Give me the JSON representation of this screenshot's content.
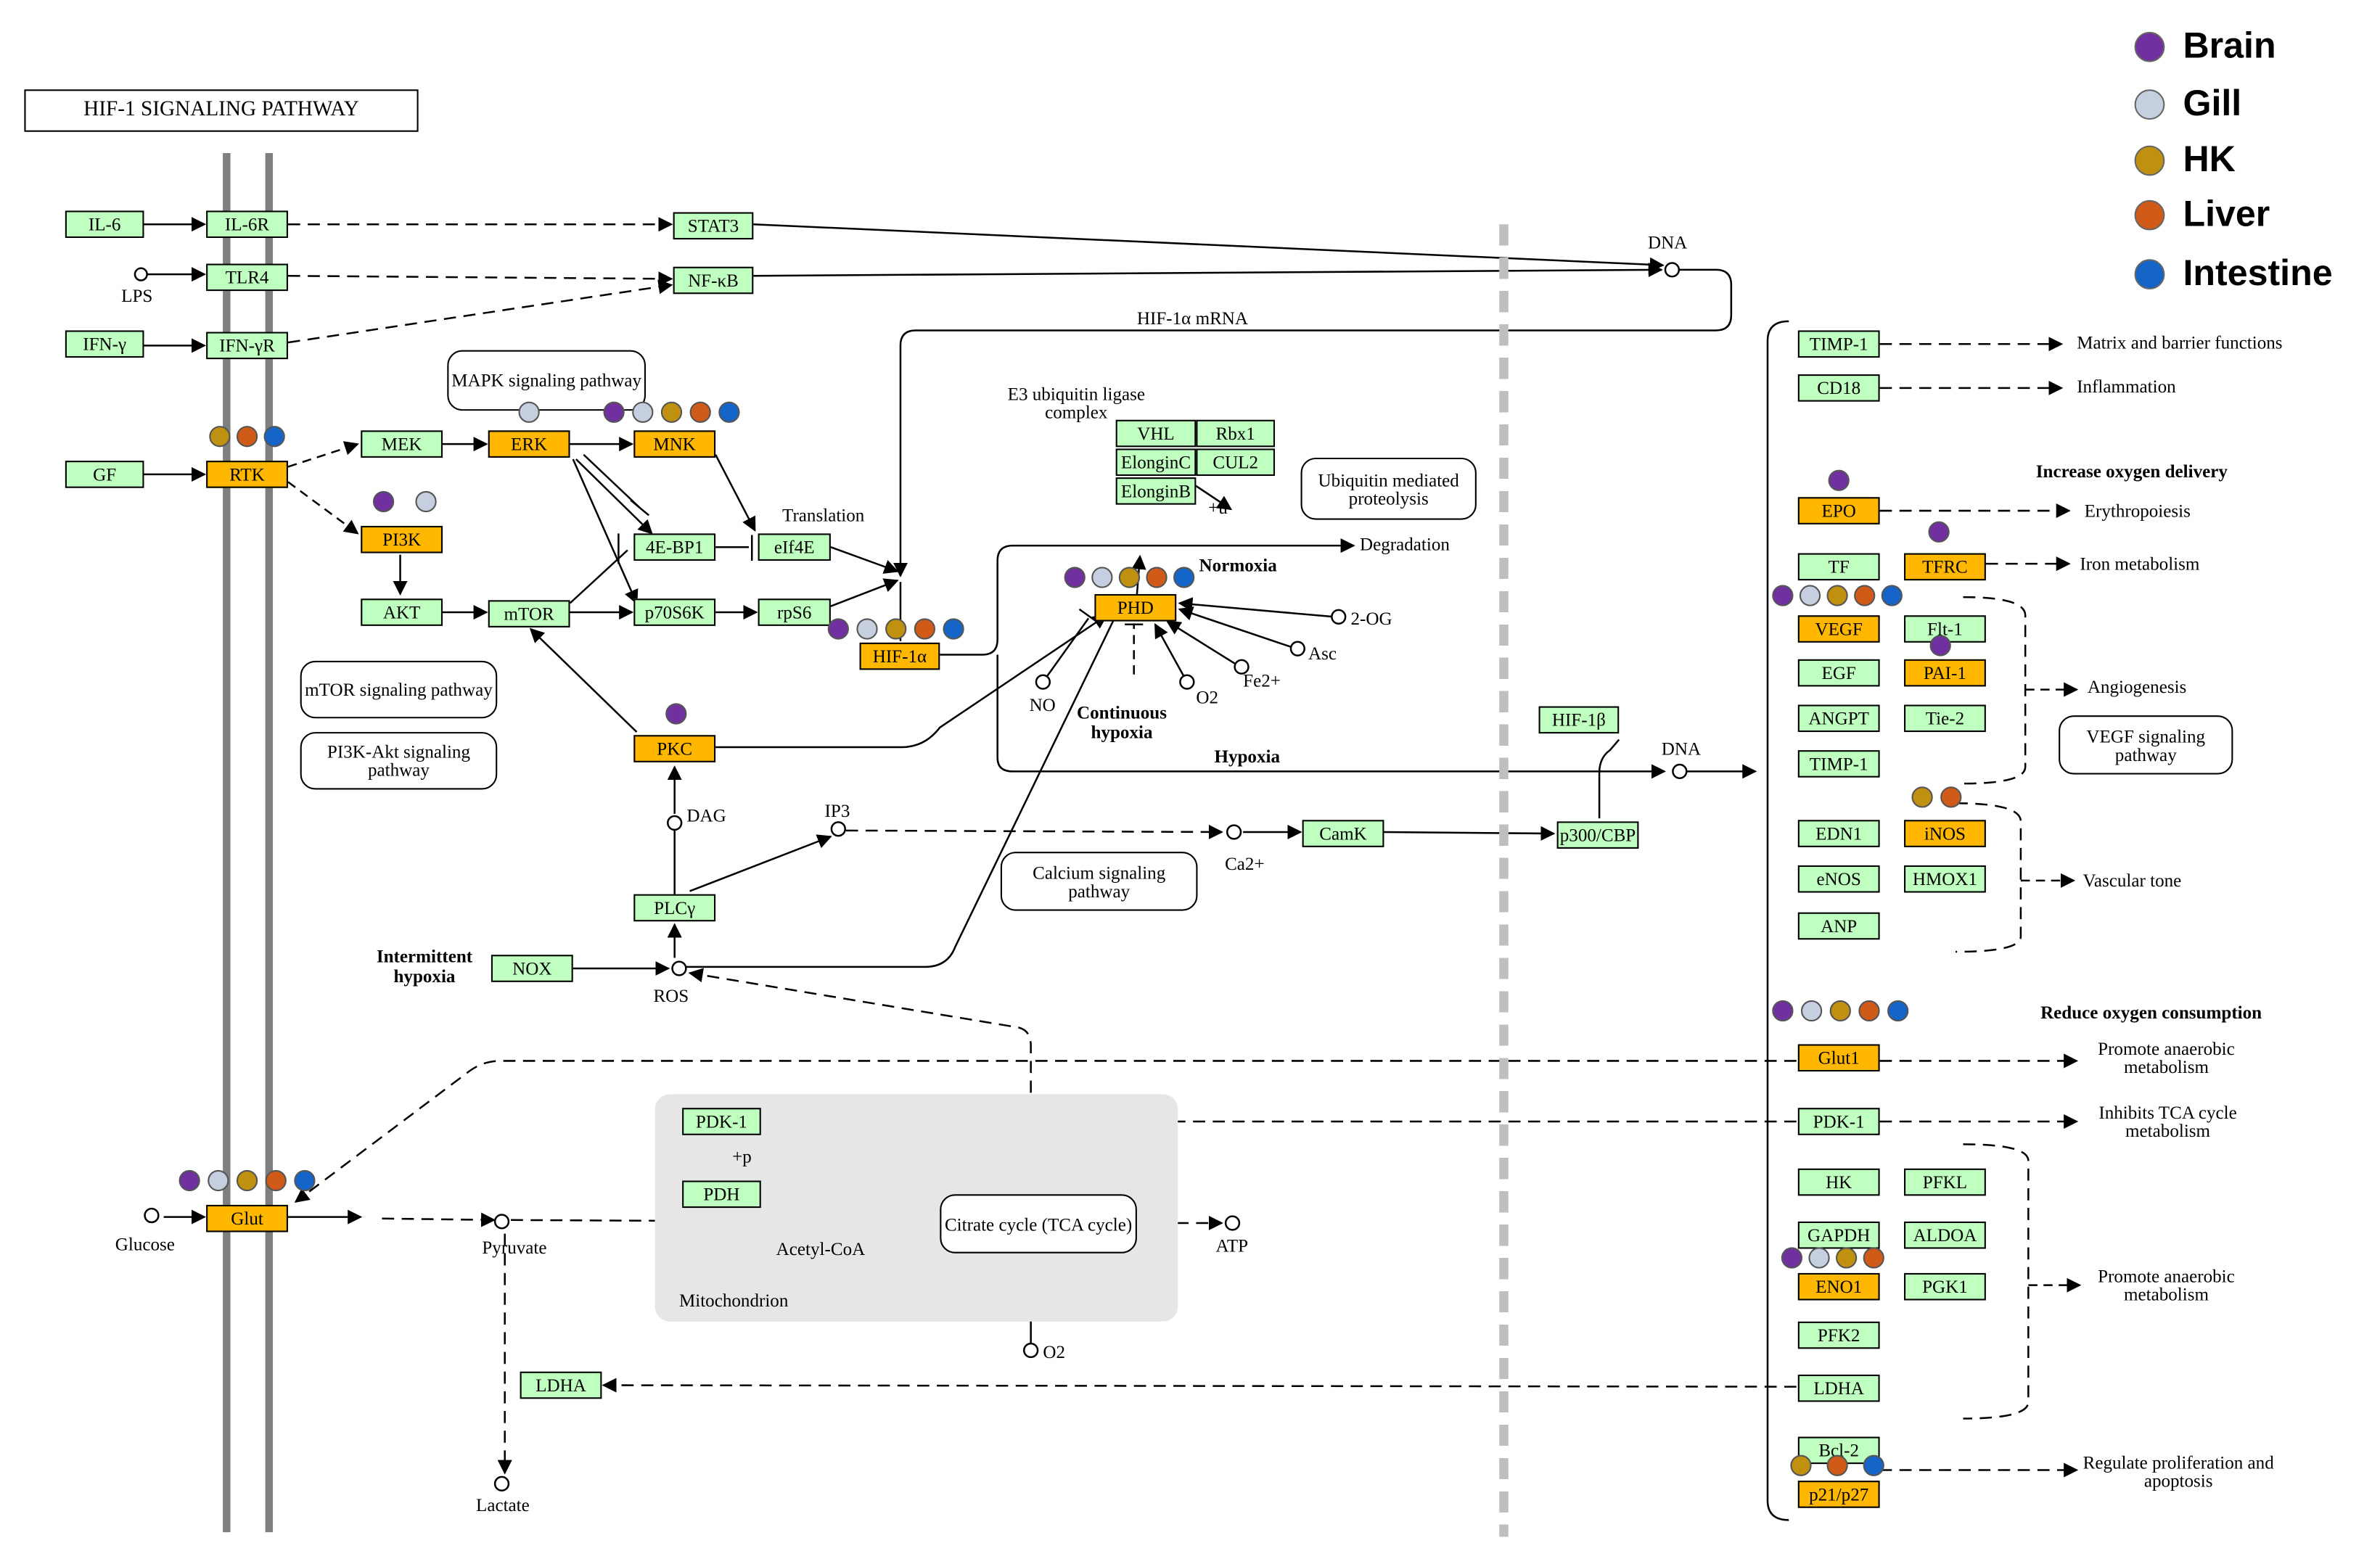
{
  "title": "HIF-1 SIGNALING PATHWAY",
  "legend": [
    {
      "key": "brain",
      "label": "Brain",
      "color": "#7030a0"
    },
    {
      "key": "gill",
      "label": "Gill",
      "color": "#c5cfe0"
    },
    {
      "key": "hk",
      "label": "HK",
      "color": "#c09010"
    },
    {
      "key": "liver",
      "label": "Liver",
      "color": "#d05b18"
    },
    {
      "key": "intestine",
      "label": "Intestine",
      "color": "#1565c8"
    }
  ],
  "colors": {
    "gene_box": "#bfffbf",
    "highlighted_gene_box": "#ffb700",
    "membrane": "#7f7f7f",
    "mitochondrion": "#e6e6e6"
  },
  "genes": {
    "il6": "IL-6",
    "il6r": "IL-6R",
    "stat3": "STAT3",
    "tlr4": "TLR4",
    "nfkb": "NF-κB",
    "ifny": "IFN-γ",
    "ifnyr": "IFN-γR",
    "gf": "GF",
    "rtk": "RTK",
    "mek": "MEK",
    "erk": "ERK",
    "mnk": "MNK",
    "pi3k": "PI3K",
    "akt": "AKT",
    "mtor": "mTOR",
    "ebp1": "4E-BP1",
    "elf4e": "eIf4E",
    "p70s6k": "p70S6K",
    "rps6": "rpS6",
    "hif1a": "HIF-1α",
    "pkc": "PKC",
    "plcy": "PLCγ",
    "nox": "NOX",
    "vhl": "VHL",
    "rbx1": "Rbx1",
    "elonginc": "ElonginC",
    "cul2": "CUL2",
    "elonginb": "ElonginB",
    "phd": "PHD",
    "hif1b": "HIF-1β",
    "camk": "CamK",
    "p300cbp": "p300/CBP",
    "glut": "Glut",
    "pdk1_mito": "PDK-1",
    "pdh": "PDH",
    "ldha_left": "LDHA",
    "timp1_a": "TIMP-1",
    "cd18": "CD18",
    "epo": "EPO",
    "tf": "TF",
    "tfrc": "TFRC",
    "vegf": "VEGF",
    "flt1": "Flt-1",
    "egf": "EGF",
    "pai1": "PAI-1",
    "angpt": "ANGPT",
    "tie2": "Tie-2",
    "timp1_b": "TIMP-1",
    "edn1": "EDN1",
    "inos": "iNOS",
    "enos": "eNOS",
    "hmox1": "HMOX1",
    "anp": "ANP",
    "glut1": "Glut1",
    "pdk1": "PDK-1",
    "hk": "HK",
    "pfkl": "PFKL",
    "gapdh": "GAPDH",
    "aldoa": "ALDOA",
    "eno1": "ENO1",
    "pgk1": "PGK1",
    "pfk2": "PFK2",
    "ldha": "LDHA",
    "bcl2": "Bcl-2",
    "p21p27": "p21/p27"
  },
  "pathways": {
    "mapk": "MAPK signaling pathway",
    "mtor": "mTOR signaling pathway",
    "pi3k_akt": "PI3K-Akt signaling pathway",
    "ubiquitin": "Ubiquitin mediated proteolysis",
    "calcium": "Calcium signaling pathway",
    "tca": "Citrate cycle (TCA cycle)",
    "vegf": "VEGF signaling pathway"
  },
  "compounds": {
    "lps": "LPS",
    "dna_top": "DNA",
    "dna_mid": "DNA",
    "dag": "DAG",
    "ip3": "IP3",
    "ros": "ROS",
    "ca": "Ca2+",
    "no": "NO",
    "o2_phd": "O2",
    "fe": "Fe2+",
    "asc": "Asc",
    "two_og": "2-OG",
    "glucose": "Glucose",
    "pyruvate": "Pyruvate",
    "acetyl_coa": "Acetyl-CoA",
    "atp": "ATP",
    "lactate": "Lactate",
    "o2_tca": "O2"
  },
  "labels": {
    "hif1a_mrna": "HIF-1α mRNA",
    "e3": "E3 ubiquitin ligase complex",
    "translation": "Translation",
    "degradation": "Degradation",
    "normoxia": "Normoxia",
    "hypoxia": "Hypoxia",
    "continuous_hypoxia": "Continuous hypoxia",
    "intermittent_hypoxia": "Intermittent hypoxia",
    "mitochondrion": "Mitochondrion",
    "plus_u": "+u",
    "plus_p": "+p"
  },
  "outcomes": {
    "matrix": "Matrix and barrier functions",
    "inflammation": "Inflammation",
    "increase_o2": "Increase oxygen delivery",
    "erythropoiesis": "Erythropoiesis",
    "iron": "Iron metabolism",
    "angiogenesis": "Angiogenesis",
    "vascular": "Vascular tone",
    "reduce_o2": "Reduce oxygen consumption",
    "anaerobic1": "Promote anaerobic metabolism",
    "tca_inhibit": "Inhibits TCA cycle metabolism",
    "anaerobic2": "Promote anaerobic metabolism",
    "prolif": "Regulate proliferation and apoptosis"
  },
  "tissue_markers": {
    "rtk": [
      "hk",
      "liver",
      "intestine"
    ],
    "erk": [
      "gill"
    ],
    "mnk": [
      "brain",
      "gill",
      "hk",
      "liver",
      "intestine"
    ],
    "pi3k": [
      "brain",
      "gill"
    ],
    "hif1a": [
      "brain",
      "gill",
      "hk",
      "liver",
      "intestine"
    ],
    "phd": [
      "brain",
      "gill",
      "hk",
      "liver",
      "intestine"
    ],
    "pkc": [
      "brain"
    ],
    "glut": [
      "brain",
      "gill",
      "hk",
      "liver",
      "intestine"
    ],
    "epo": [
      "brain"
    ],
    "tfrc": [
      "brain"
    ],
    "vegf": [
      "brain",
      "gill",
      "hk",
      "liver",
      "intestine"
    ],
    "pai1": [
      "brain"
    ],
    "inos": [
      "hk",
      "liver"
    ],
    "glut1": [
      "brain",
      "gill",
      "hk",
      "liver",
      "intestine"
    ],
    "eno1": [
      "brain",
      "gill",
      "hk",
      "liver"
    ],
    "p21p27": [
      "hk",
      "liver",
      "intestine"
    ]
  }
}
